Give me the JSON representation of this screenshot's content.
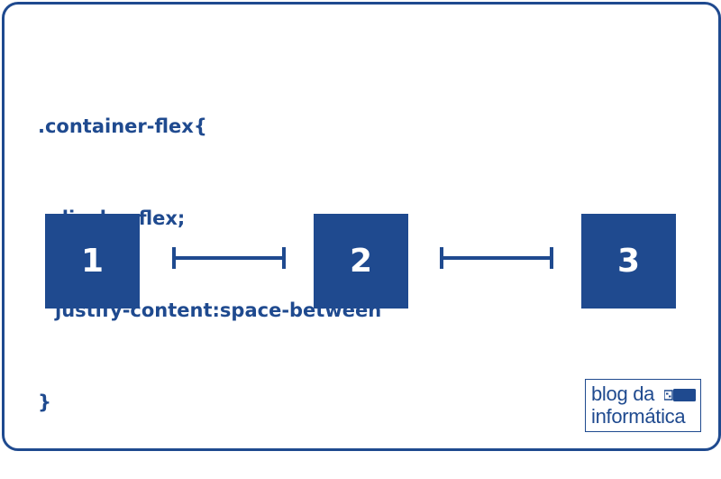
{
  "code": {
    "line1": ".container-flex{",
    "line2": "display:flex;",
    "line3": "justify-content:space-between",
    "line4": "}"
  },
  "boxes": [
    {
      "label": "1"
    },
    {
      "label": "2"
    },
    {
      "label": "3"
    }
  ],
  "logo": {
    "line1": "blog da",
    "line2": "informática"
  },
  "colors": {
    "primary": "#1f4a8f",
    "background": "#ffffff",
    "text_on_primary": "#ffffff"
  },
  "icons": [
    "usb-drive-icon"
  ]
}
